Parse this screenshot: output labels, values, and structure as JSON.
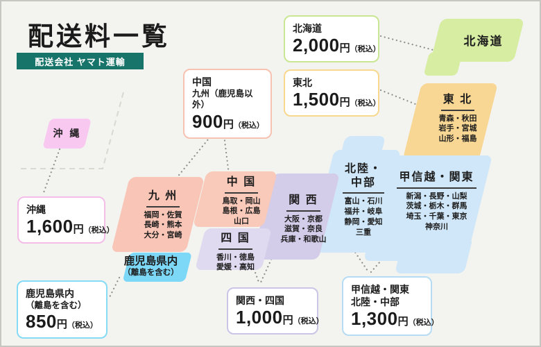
{
  "header": {
    "title": "配送料一覧",
    "badge": "配送会社 ヤマト運輸"
  },
  "map_regions": {
    "hokkaido": {
      "title": "北海道"
    },
    "tohoku": {
      "title": "東 北",
      "prefs": [
        "青森・秋田",
        "岩手・宮城",
        "山形・福島"
      ]
    },
    "koshinetsu_kanto": {
      "title": "甲信越・関東",
      "prefs": [
        "新潟・長野・山梨",
        "茨城・栃木・群馬",
        "埼玉・千葉・東京",
        "神奈川"
      ]
    },
    "hokuriku_chubu": {
      "title_line1": "北陸・",
      "title_line2": "中部",
      "prefs": [
        "富山・石川",
        "福井・岐阜",
        "静岡・愛知",
        "三重"
      ]
    },
    "kansai": {
      "title": "関 西",
      "prefs": [
        "大阪・京都",
        "滋賀・奈良",
        "兵庫・和歌山"
      ]
    },
    "chugoku": {
      "title": "中 国",
      "prefs": [
        "鳥取・岡山",
        "島根・広島",
        "山口"
      ]
    },
    "shikoku": {
      "title": "四 国",
      "prefs": [
        "香川・徳島",
        "愛媛・高知"
      ]
    },
    "kyushu": {
      "title": "九 州",
      "prefs": [
        "福岡・佐賀",
        "長崎・熊本",
        "大分・宮崎"
      ]
    },
    "kagoshima": {
      "title": "鹿児島県内",
      "subtitle": "（離島を含む）"
    },
    "okinawa": {
      "title": "沖 縄"
    }
  },
  "callouts": {
    "hokkaido": {
      "label": "北海道",
      "price": "2,000",
      "unit": "円",
      "tax": "（税込）",
      "border": "#c9e793"
    },
    "tohoku": {
      "label": "東北",
      "price": "1,500",
      "unit": "円",
      "tax": "（税込）",
      "border": "#f8d78f"
    },
    "chugoku_kyushu": {
      "label": "中国",
      "label2": "九州（鹿児島以外）",
      "price": "900",
      "unit": "円",
      "tax": "（税込）",
      "border": "#f8c2b1"
    },
    "okinawa": {
      "label": "沖縄",
      "price": "1,600",
      "unit": "円",
      "tax": "（税込）",
      "border": "#f3bde8"
    },
    "kagoshima": {
      "label": "鹿児島県内",
      "label2": "（離島を含む）",
      "price": "850",
      "unit": "円",
      "tax": "（税込）",
      "border": "#85daf6"
    },
    "kansai_shikoku": {
      "label": "関西・四国",
      "price": "1,000",
      "unit": "円",
      "tax": "（税込）",
      "border": "#cbc4e6"
    },
    "koshinetsu_hokuriku": {
      "label": "甲信越・関東",
      "label2": "北陸・中部",
      "price": "1,300",
      "unit": "円",
      "tax": "（税込）",
      "border": "#b5dcf4"
    }
  },
  "colors": {
    "background": "#f3f3ef",
    "frame_border": "#c7c7c1",
    "badge_teal": "#17746a",
    "hokkaido_green": "#d6eda2",
    "tohoku_peach": "#f8d693",
    "kanto_blue": "#cfe7f8",
    "kansai_lavender": "#d4cdea",
    "chugoku_salmon": "#f9c9b9",
    "shikoku_lilac": "#dfdaf0",
    "kyushu_salmon": "#f9c5b6",
    "kagoshima_cyan": "#7dd8f8",
    "okinawa_pink": "#f8c8f1",
    "connector_gray": "#8d8d8d"
  }
}
